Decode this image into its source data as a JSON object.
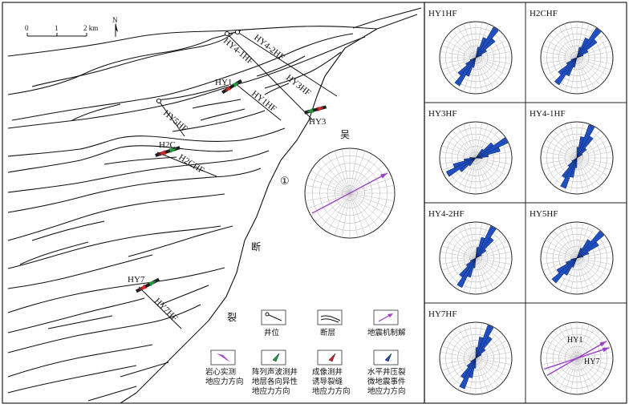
{
  "scale_bar": {
    "ticks": [
      "0",
      "1",
      "2 km"
    ]
  },
  "north_label": "N",
  "fault_symbol": "①",
  "region_chars": [
    "吴",
    "断",
    "裂"
  ],
  "map_labels": {
    "wells": [
      "HY1",
      "HY3",
      "H2C",
      "HY7"
    ],
    "profiles": [
      "HY4-2HF",
      "HY4-1HF",
      "HY3HF",
      "HY1HF",
      "HY5HF",
      "H2CHF",
      "HY7HF"
    ]
  },
  "legend": {
    "well_location": "井位",
    "fault": "断层",
    "focal_mechanism": "地震机制解",
    "core_stress": [
      "岩心实测",
      "地应力方向"
    ],
    "acoustic_stress": [
      "阵列声波测井",
      "地层各向异性",
      "地应力方向"
    ],
    "imaging_stress": [
      "成像测井",
      "诱导裂缝",
      "地应力方向"
    ],
    "microseismic_stress": [
      "水平井压裂",
      "微地震事件",
      "地应力方向"
    ]
  },
  "rose_panels": [
    {
      "title": "HY1HF",
      "dominant_azimuth_deg": 35
    },
    {
      "title": "H2CHF",
      "dominant_azimuth_deg": 38
    },
    {
      "title": "HY3HF",
      "dominant_azimuth_deg": 60
    },
    {
      "title": "HY4-1HF",
      "dominant_azimuth_deg": 25
    },
    {
      "title": "HY4-2HF",
      "dominant_azimuth_deg": 30
    },
    {
      "title": "HY5HF",
      "dominant_azimuth_deg": 45
    },
    {
      "title": "HY7HF",
      "dominant_azimuth_deg": 25
    },
    {
      "title": "",
      "arrow_labels": [
        "HY1",
        "HY7"
      ],
      "arrow_azimuths_deg": [
        60,
        72
      ]
    }
  ],
  "center_focal_rose": {
    "arrow_azimuth_deg": 62
  },
  "colors": {
    "rose_fill": "#1f4fc0",
    "focal_arrow": "#9b3fc8",
    "acoustic": "#1e9e3a",
    "imaging": "#d42626",
    "microseismic": "#1f4fc0"
  }
}
